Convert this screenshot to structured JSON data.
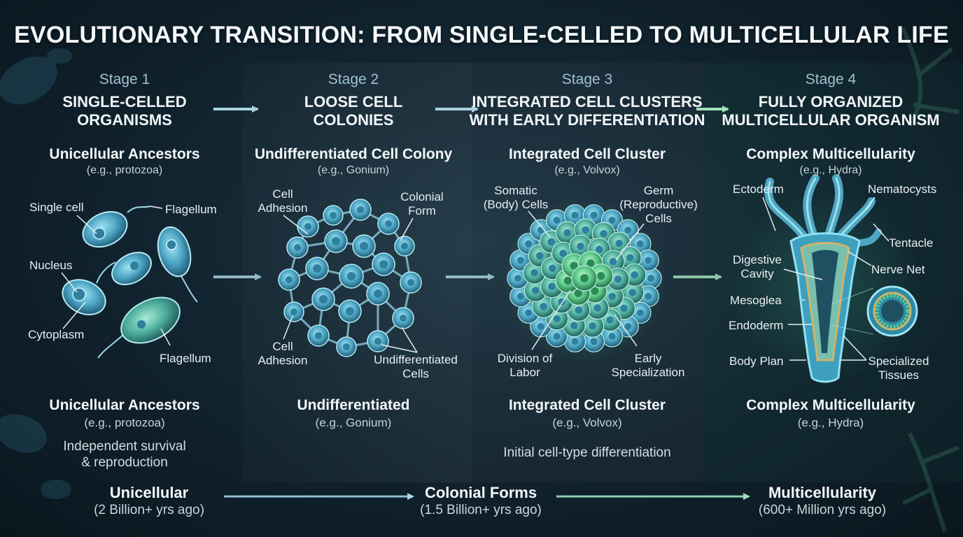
{
  "title": "EVOLUTIONARY TRANSITION: FROM SINGLE-CELLED TO MULTICELLULAR LIFE",
  "colors": {
    "cell_blue": "#5fb2cf",
    "cell_green": "#6fd79a",
    "accent": "#8fd6b4",
    "arrow": "#9fc8d6"
  },
  "stages": [
    {
      "stage": "Stage 1",
      "heading_lines": [
        "SINGLE-CELLED",
        "ORGANISMS"
      ],
      "subtitle": "Unicellular Ancestors",
      "example": "(e.g., protozoa)",
      "labels": {
        "single_cell": "Single cell",
        "flagellum_top": "Flagellum",
        "nucleus": "Nucleus",
        "cytoplasm": "Cytoplasm",
        "flagellum_bottom": "Flagellum"
      },
      "bottom_title": "Unicellular Ancestors",
      "bottom_example": "(e.g., protozoa)",
      "description_lines": [
        "Independent survival",
        "& reproduction"
      ]
    },
    {
      "stage": "Stage 2",
      "heading_lines": [
        "LOOSE CELL",
        "COLONIES"
      ],
      "subtitle": "Undifferentiated Cell Colony",
      "example": "(e.g., Gonium)",
      "labels": {
        "adhesion_top": [
          "Cell",
          "Adhesion"
        ],
        "colonial_form": [
          "Colonial",
          "Form"
        ],
        "adhesion_bottom": [
          "Cell",
          "Adhesion"
        ],
        "undiff_cells": [
          "Undifferentiated",
          "Cells"
        ]
      },
      "bottom_title": "Undifferentiated",
      "bottom_example": "(e.g., Gonium)"
    },
    {
      "stage": "Stage 3",
      "heading_lines": [
        "INTEGRATED CELL CLUSTERS",
        "WITH EARLY DIFFERENTIATION"
      ],
      "subtitle": "Integrated Cell Cluster",
      "example": "(e.g., Volvox)",
      "labels": {
        "somatic": [
          "Somatic",
          "(Body) Cells"
        ],
        "germ": [
          "Germ",
          "(Reproductive)",
          "Cells"
        ],
        "division": [
          "Division of",
          "Labor"
        ],
        "specialization": [
          "Early",
          "Specialization"
        ]
      },
      "bottom_title": "Integrated Cell Cluster",
      "bottom_example": "(e.g., Volvox)",
      "description": "Initial cell-type differentiation"
    },
    {
      "stage": "Stage 4",
      "heading_lines": [
        "FULLY ORGANIZED",
        "MULTICELLULAR ORGANISM"
      ],
      "subtitle": "Complex Multicellularity",
      "example": "(e.g., Hydra)",
      "labels": {
        "ectoderm": "Ectoderm",
        "nematocysts": "Nematocysts",
        "tentacle": "Tentacle",
        "digestive": [
          "Digestive",
          "Cavity"
        ],
        "nerve_net": "Nerve Net",
        "mesoglea": "Mesoglea",
        "endoderm": "Endoderm",
        "body_plan": "Body Plan",
        "tissues": [
          "Specialized",
          "Tissues"
        ]
      },
      "bottom_title": "Complex Multicellularity",
      "bottom_example": "(e.g., Hydra)"
    }
  ],
  "timeline": [
    {
      "name": "Unicellular",
      "time": "(2 Billion+ yrs ago)"
    },
    {
      "name": "Colonial Forms",
      "time": "(1.5 Billion+ yrs ago)"
    },
    {
      "name": "Multicellularity",
      "time": "(600+ Million yrs ago)"
    }
  ]
}
